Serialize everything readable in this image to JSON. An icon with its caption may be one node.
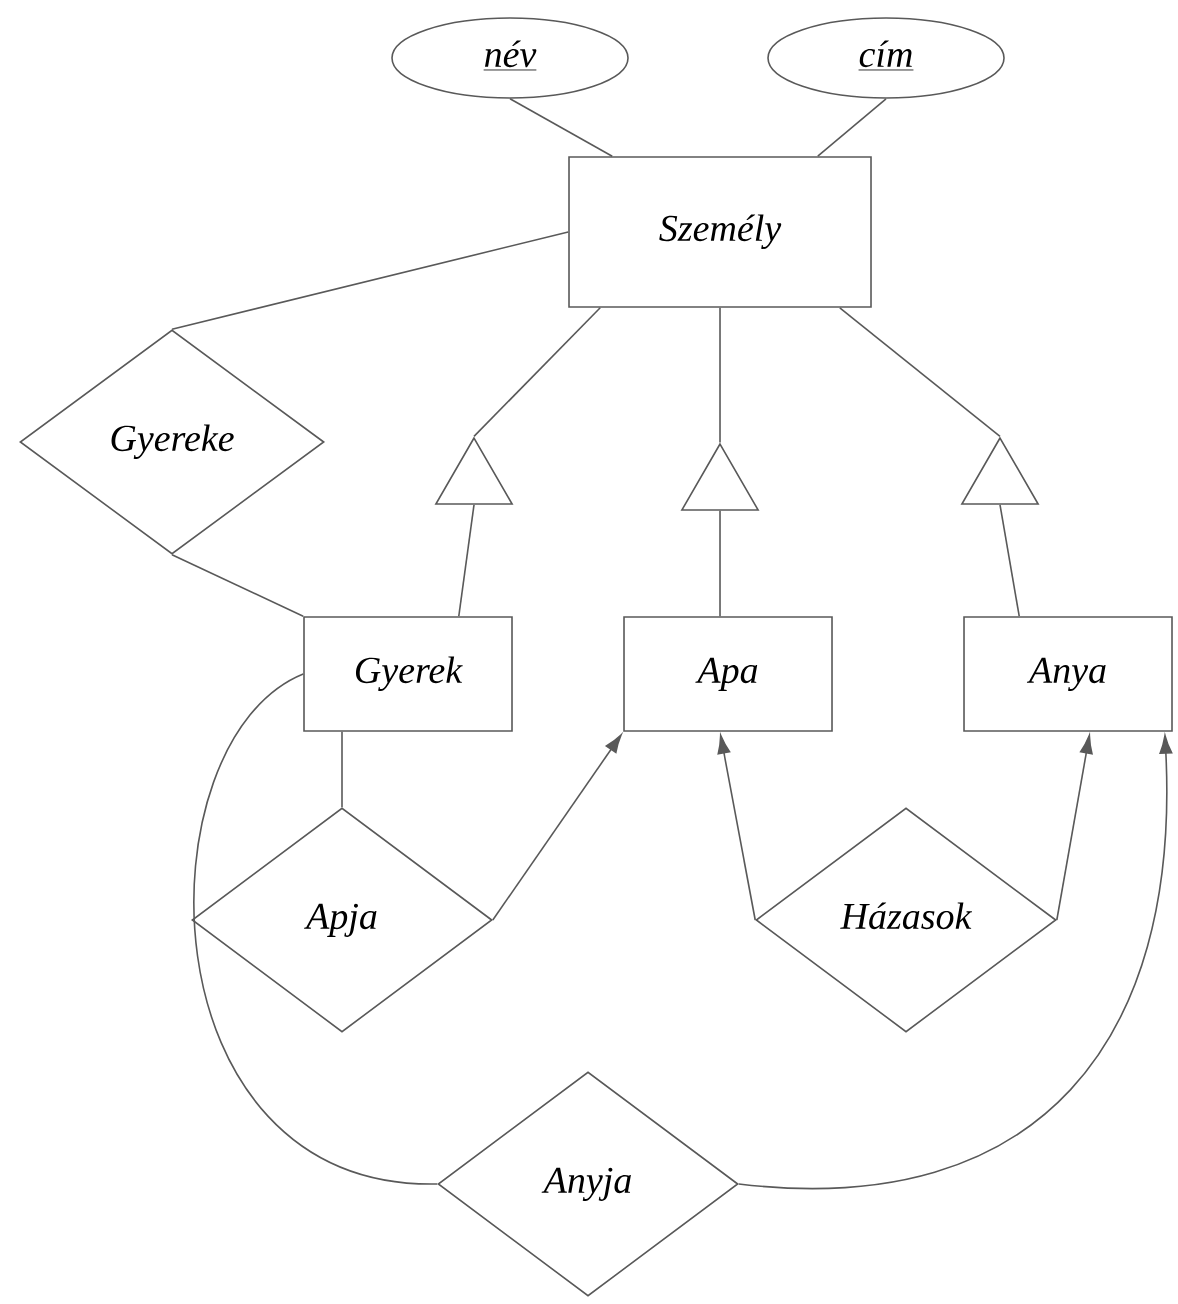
{
  "diagram": {
    "nodes": [
      {
        "text": [
          "név"
        ]
      },
      {
        "text": [
          "cím"
        ]
      },
      {
        "text": [
          "Személy"
        ]
      },
      {
        "text": [
          "Gyereke"
        ]
      },
      {
        "text": [],
        "shape": "triangle"
      },
      {
        "text": [],
        "shape": "triangle"
      },
      {
        "text": [],
        "shape": "triangle"
      },
      {
        "text": [
          "Gyerek"
        ]
      },
      {
        "text": [
          "Apa"
        ]
      },
      {
        "text": [
          "Anya"
        ]
      },
      {
        "text": [
          "Apja"
        ]
      },
      {
        "text": [
          "Házasok"
        ]
      },
      {
        "text": [
          "Anyja"
        ]
      }
    ],
    "edges": [
      {
        "from": 0,
        "to": 2,
        "arrow": "none"
      },
      {
        "from": 1,
        "to": 2,
        "arrow": "none"
      },
      {
        "from": 2,
        "to": 3,
        "arrow": "none"
      },
      {
        "from": 3,
        "to": 7,
        "arrow": "none"
      },
      {
        "from": 4,
        "to": 2,
        "arrow": "none"
      },
      {
        "from": 7,
        "to": 4,
        "arrow": "none"
      },
      {
        "from": 5,
        "to": 2,
        "arrow": "none"
      },
      {
        "from": 8,
        "to": 5,
        "arrow": "none"
      },
      {
        "from": 6,
        "to": 2,
        "arrow": "none"
      },
      {
        "from": 9,
        "to": 6,
        "arrow": "none"
      },
      {
        "from": 7,
        "to": 10,
        "arrow": "none"
      },
      {
        "from": 10,
        "to": 8,
        "arrow": "to"
      },
      {
        "from": 11,
        "to": 8,
        "arrow": "to"
      },
      {
        "from": 11,
        "to": 9,
        "arrow": "to"
      },
      {
        "from": 7,
        "to": 12,
        "arrow": "none"
      },
      {
        "from": 12,
        "to": 9,
        "arrow": "to"
      }
    ]
  }
}
